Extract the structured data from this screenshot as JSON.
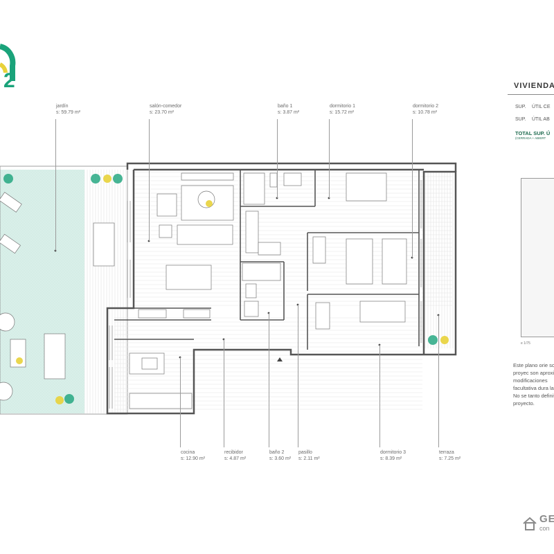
{
  "logo": {
    "digit": "2"
  },
  "rooms": [
    {
      "key": "jardin",
      "label": "jardín",
      "area": "s: 59.79 m²"
    },
    {
      "key": "salon",
      "label": "salón-comedor",
      "area": "s: 23.70 m²"
    },
    {
      "key": "bano1",
      "label": "baño 1",
      "area": "s: 3.87 m²"
    },
    {
      "key": "dorm1",
      "label": "dormitorio 1",
      "area": "s: 15.72 m²"
    },
    {
      "key": "dorm2",
      "label": "dormitorio 2",
      "area": "s: 10.78 m²"
    },
    {
      "key": "cocina",
      "label": "cocina",
      "area": "s: 12.90 m²"
    },
    {
      "key": "recibidor",
      "label": "recibidor",
      "area": "s: 4.87 m²"
    },
    {
      "key": "bano2",
      "label": "baño 2",
      "area": "s: 3.60 m²"
    },
    {
      "key": "pasillo",
      "label": "pasillo",
      "area": "s: 2.11 m²"
    },
    {
      "key": "dorm3",
      "label": "dormitorio 3",
      "area": "s: 8.39 m²"
    },
    {
      "key": "terraza",
      "label": "terraza",
      "area": "s: 7.25 m²"
    }
  ],
  "summary": {
    "title": "VIVIENDA",
    "rows": [
      {
        "key": "SUP.",
        "value": "ÚTIL CE"
      },
      {
        "key": "SUP.",
        "value": "ÚTIL AB"
      }
    ],
    "total": "TOTAL SUP. Ú",
    "total_sub": "(CERRADA + ABIERT"
  },
  "scale_text": "e 1/75",
  "note": "Este plano orie sobre el proyec son aproximad modificaciones facultativa dura la obra. No se tanto definitiva proyecto.",
  "brand": {
    "name": "GE",
    "sub": "con"
  },
  "colors": {
    "accent_green": "#1aa37a",
    "accent_yellow": "#e8d23a",
    "garden": "#d9efe9",
    "wall": "#555555",
    "floor_lines": "#e4e4e4",
    "text": "#6a6a6a"
  }
}
